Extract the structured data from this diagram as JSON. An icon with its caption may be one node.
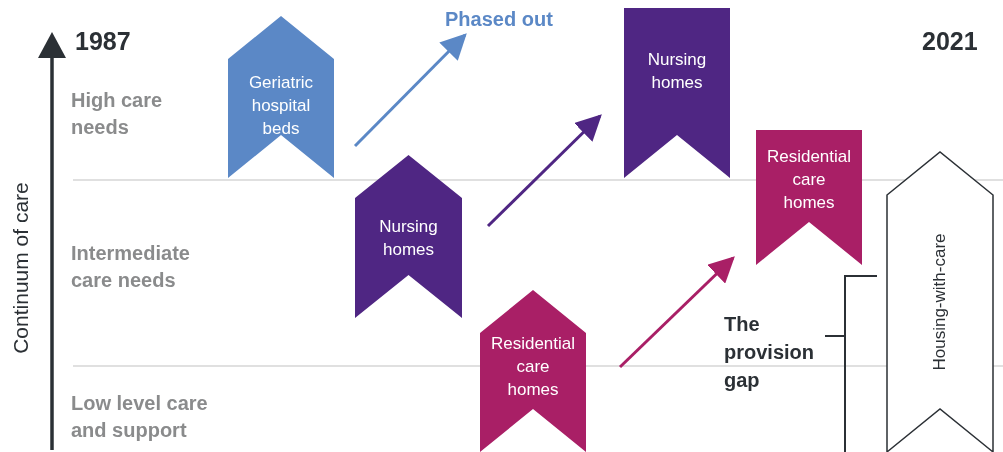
{
  "diagram": {
    "nodes": [
      {
        "text": [
          "Geriatric hospital beds"
        ]
      },
      {
        "text": [
          "Phased out"
        ]
      },
      {
        "text": [
          "Nursing homes"
        ]
      },
      {
        "text": [
          "Residential care homes"
        ]
      },
      {
        "text": [
          "Nursing homes"
        ]
      },
      {
        "text": [
          "Residential care homes"
        ]
      },
      {
        "text": [
          "Housing-with-care"
        ]
      }
    ],
    "edges": [
      {
        "from": 0,
        "to": 1,
        "arrow": "to",
        "color": "#5b88c6"
      },
      {
        "from": 2,
        "to": 4,
        "arrow": "to",
        "color": "#4f2683"
      },
      {
        "from": 3,
        "to": 5,
        "arrow": "to",
        "color": "#a91f66"
      }
    ],
    "labels": [
      "1987",
      "2021",
      "High care needs",
      "Intermediate care needs",
      "Low level care and support",
      "Continuum of care",
      "The provision gap"
    ]
  }
}
